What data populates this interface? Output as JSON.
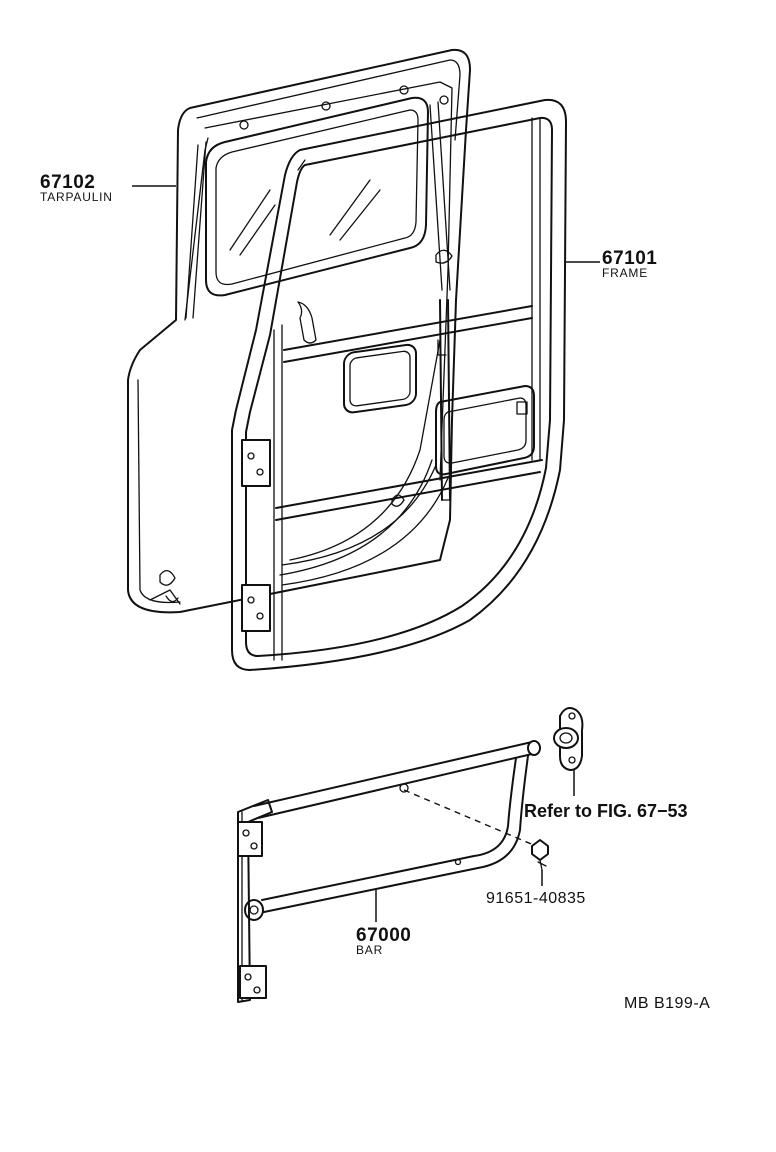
{
  "diagram_code": "MB B199-A",
  "parts": [
    {
      "number": "67102",
      "name": "TARPAULIN"
    },
    {
      "number": "67101",
      "name": "FRAME"
    },
    {
      "number": "67000",
      "name": "BAR"
    },
    {
      "number": "91651-40835",
      "name": ""
    }
  ],
  "reference_note": "Refer to FIG. 67−53"
}
